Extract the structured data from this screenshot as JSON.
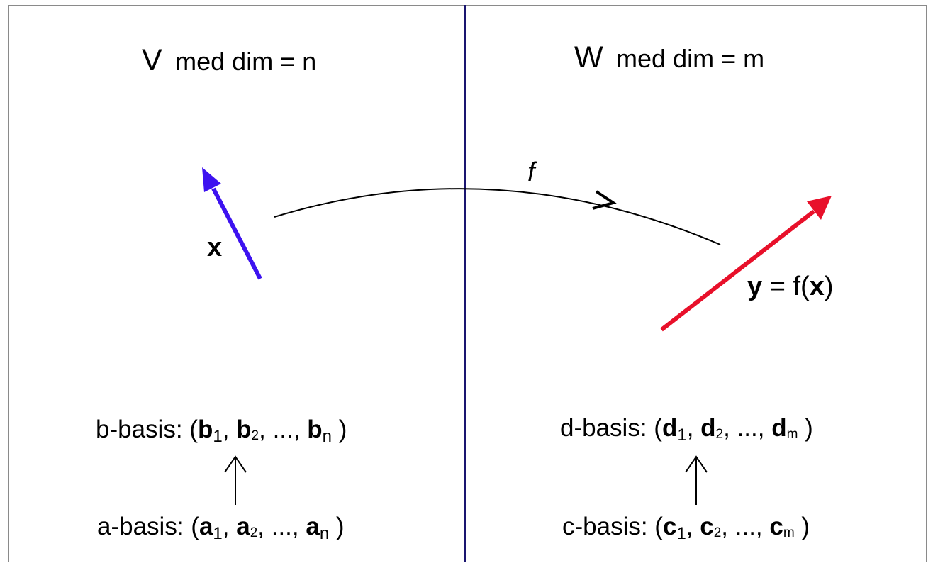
{
  "left_space": {
    "name": "V",
    "dim_text": "med dim = n",
    "vector_label": "x",
    "vector_color": "#3d12f0",
    "upper_basis": {
      "prefix": "b-basis: (",
      "v1": "b",
      "s1": "1",
      "v2": "b",
      "s2": "2",
      "dots": "...,",
      "v3": "b",
      "s3": "n",
      "suffix": ")"
    },
    "lower_basis": {
      "prefix": "a-basis: (",
      "v1": "a",
      "s1": "1",
      "v2": "a",
      "s2": "2",
      "dots": "...,",
      "v3": "a",
      "s3": "n",
      "suffix": ")"
    }
  },
  "right_space": {
    "name": "W",
    "dim_text": "med dim = m",
    "vector_label": {
      "lhs": "y",
      "eq": "= f(",
      "arg": "x",
      "close": ")"
    },
    "vector_color": "#e8102a",
    "upper_basis": {
      "prefix": "d-basis: (",
      "v1": "d",
      "s1": "1",
      "v2": "d",
      "s2": "2",
      "dots": "...,",
      "v3": "d",
      "s3": "m",
      "suffix": ")"
    },
    "lower_basis": {
      "prefix": "c-basis: (",
      "v1": "c",
      "s1": "1",
      "v2": "c",
      "s2": "2",
      "dots": "...,",
      "v3": "c",
      "s3": "m",
      "suffix": ")"
    }
  },
  "map_label": "f",
  "divider_color": "#1a1570"
}
